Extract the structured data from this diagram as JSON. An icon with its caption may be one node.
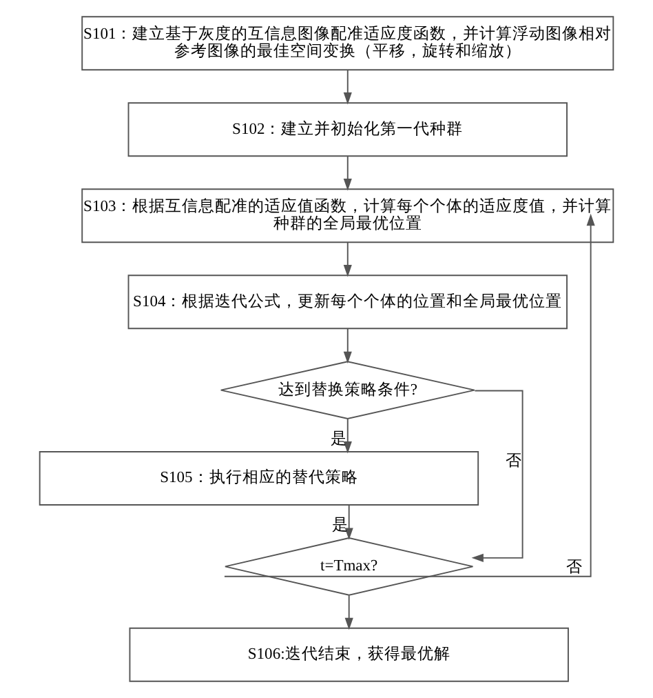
{
  "diagram": {
    "nodes": [
      {
        "text": [
          "S101：建立基于灰度的互信息图像配准适应度函数，并计算浮动图像相对参考图像的最佳空间变换（平移，旋转和缩放）"
        ]
      },
      {
        "text": [
          "S102：建立并初始化第一代种群"
        ]
      },
      {
        "text": [
          "S103：根据互信息配准的适应值函数，计算每个个体的适应度值，并计算种群的全局最优位置"
        ]
      },
      {
        "text": [
          "S104：根据迭代公式，更新每个个体的位置和全局最优位置"
        ]
      },
      {
        "text": [
          "达到替换策略条件?"
        ]
      },
      {
        "text": [
          "S105：执行相应的替代策略"
        ]
      },
      {
        "text": [
          "t=Tmax?"
        ]
      },
      {
        "text": [
          "S106:迭代结束，获得最优解"
        ]
      }
    ],
    "edges": [
      {
        "from": 0,
        "to": 1,
        "arrow": "to"
      },
      {
        "from": 1,
        "to": 2,
        "arrow": "to"
      },
      {
        "from": 2,
        "to": 3,
        "arrow": "to"
      },
      {
        "from": 3,
        "to": 4,
        "arrow": "to"
      },
      {
        "from": 4,
        "to": 5,
        "arrow": "to",
        "label": "是"
      },
      {
        "from": 4,
        "to": 6,
        "arrow": "to",
        "label": "否"
      },
      {
        "from": 5,
        "to": 6,
        "arrow": "to",
        "label": "是"
      },
      {
        "from": 6,
        "to": 2,
        "arrow": "to",
        "label": "否"
      },
      {
        "from": 6,
        "to": 7,
        "arrow": "to"
      }
    ]
  }
}
